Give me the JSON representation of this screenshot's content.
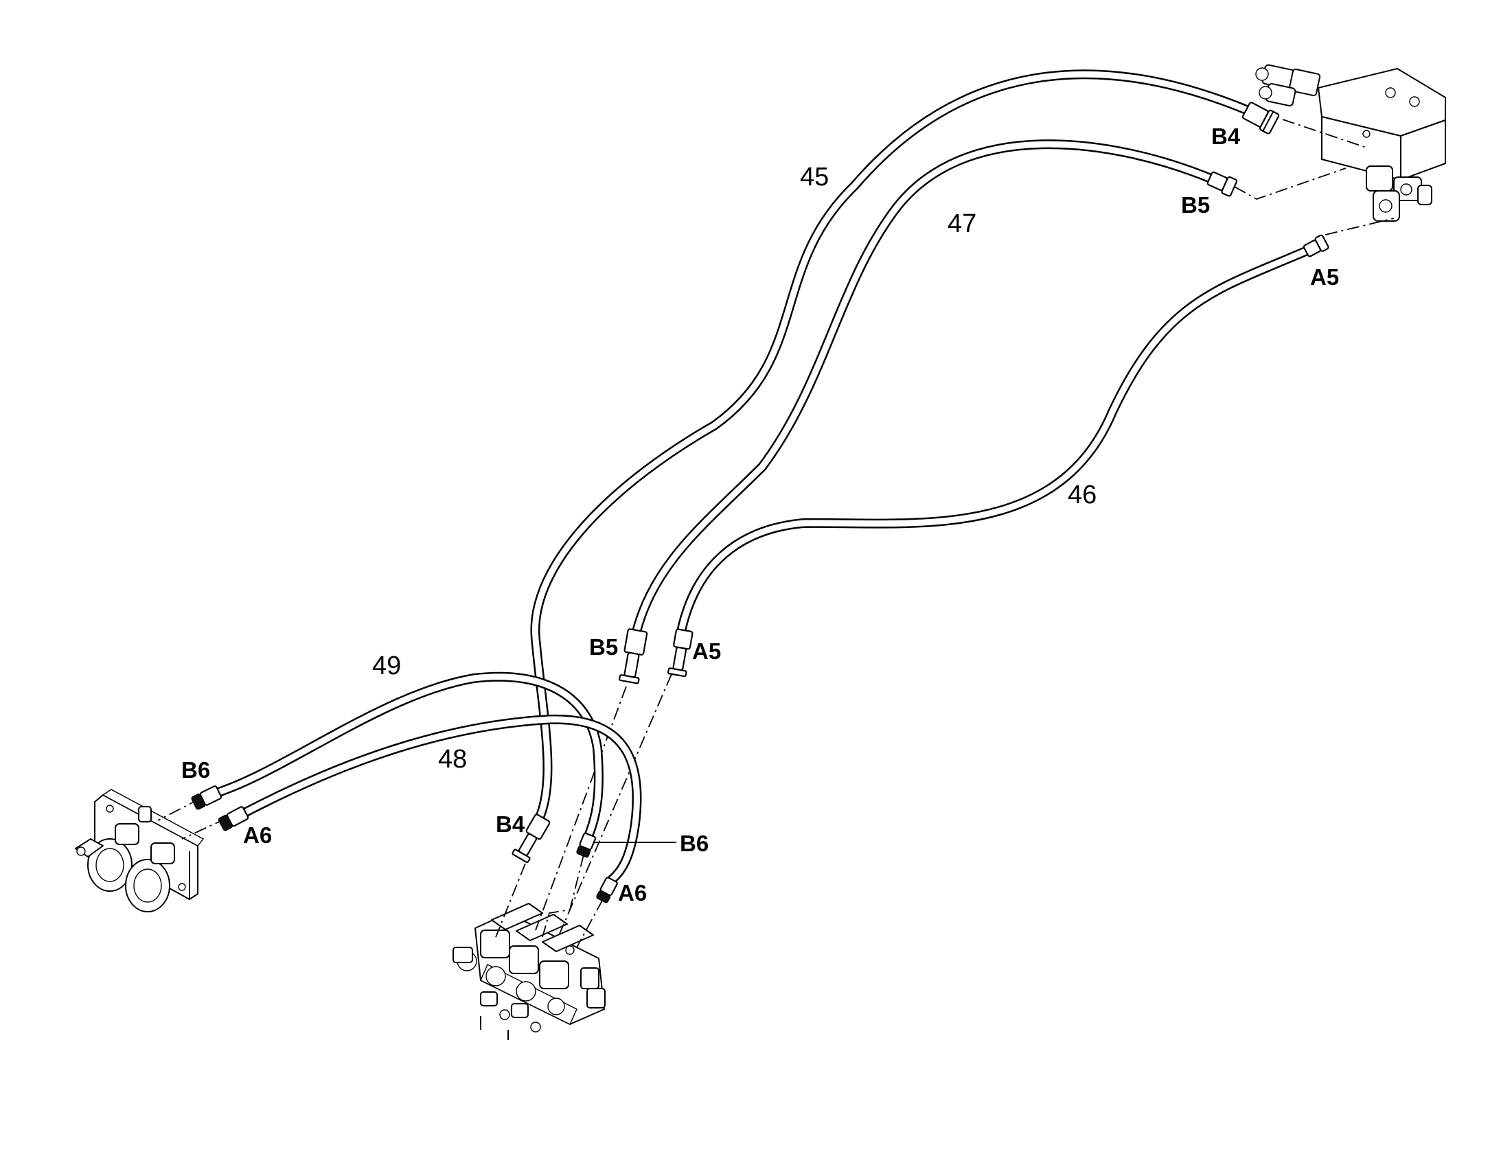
{
  "item_numbers": {
    "n45": "45",
    "n46": "46",
    "n47": "47",
    "n48": "48",
    "n49": "49"
  },
  "port_labels": {
    "tr_b4": "B4",
    "tr_b5": "B5",
    "tr_a5": "A5",
    "mid_b5": "B5",
    "mid_a5": "A5",
    "left_b6": "B6",
    "left_a6": "A6",
    "bot_b4": "B4",
    "bot_b6": "B6",
    "bot_a6": "A6"
  }
}
